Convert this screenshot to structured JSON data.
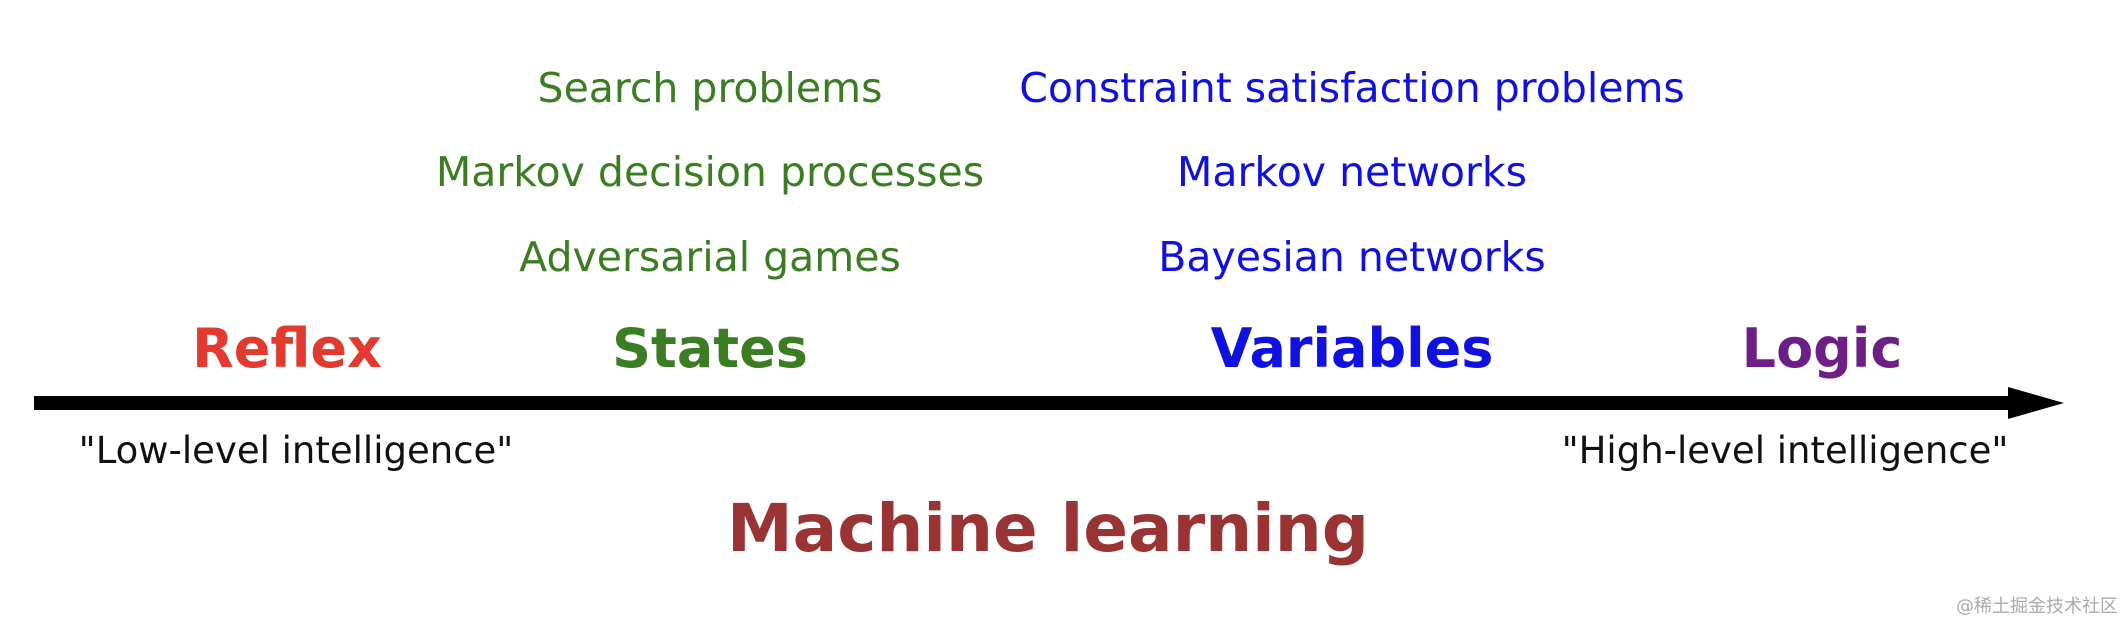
{
  "colors": {
    "reflex": "#e23a2e",
    "states": "#3a7d22",
    "variables": "#1010e0",
    "logic": "#6d1f86",
    "machine_learning": "#9a3434",
    "axis": "#000000"
  },
  "states_column": {
    "items": [
      "Search problems",
      "Markov decision processes",
      "Adversarial games"
    ]
  },
  "variables_column": {
    "items": [
      "Constraint satisfaction problems",
      "Markov networks",
      "Bayesian networks"
    ]
  },
  "categories": {
    "reflex": "Reflex",
    "states": "States",
    "variables": "Variables",
    "logic": "Logic"
  },
  "axis_ends": {
    "low": "\"Low-level intelligence\"",
    "high": "\"High-level intelligence\""
  },
  "bottom_label": "Machine learning",
  "watermark": "@稀土掘金技术社区"
}
